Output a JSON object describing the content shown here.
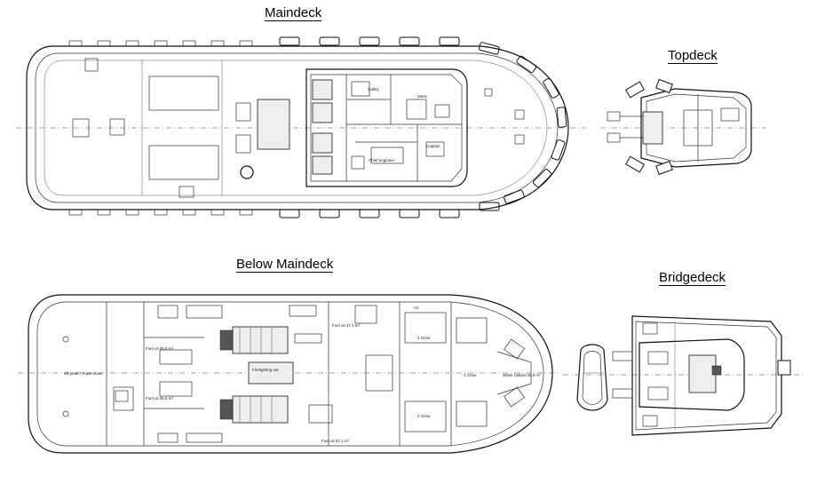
{
  "titles": {
    "maindeck": "Maindeck",
    "topdeck": "Topdeck",
    "below_maindeck": "Below Maindeck",
    "bridgedeck": "Bridgedeck"
  },
  "room_labels": {
    "galley": "Galley",
    "chief_engineer": "Chief engineer",
    "captain": "Captain",
    "mess": "Mess",
    "firefighting_set": "Firefighting set",
    "crew_1": "2 Crew",
    "crew_2": "2 Crew",
    "crew_3": "2 Crew",
    "ac": "AC",
    "fuel_oil_tank_1": "Fuel oil 35,8 m³",
    "fuel_oil_tank_2": "Fuel oil 35,8 m³",
    "fuel_oil_tank_3": "Fuel oil 37,1 m³",
    "fuel_oil_tank_4": "Fuel oil 37,1 m³",
    "aft_peak": "Aft peak / Rope Store",
    "fore_peak": "Water ballast 35,8 m³"
  },
  "colors": {
    "line": "#111111",
    "background": "#ffffff"
  }
}
